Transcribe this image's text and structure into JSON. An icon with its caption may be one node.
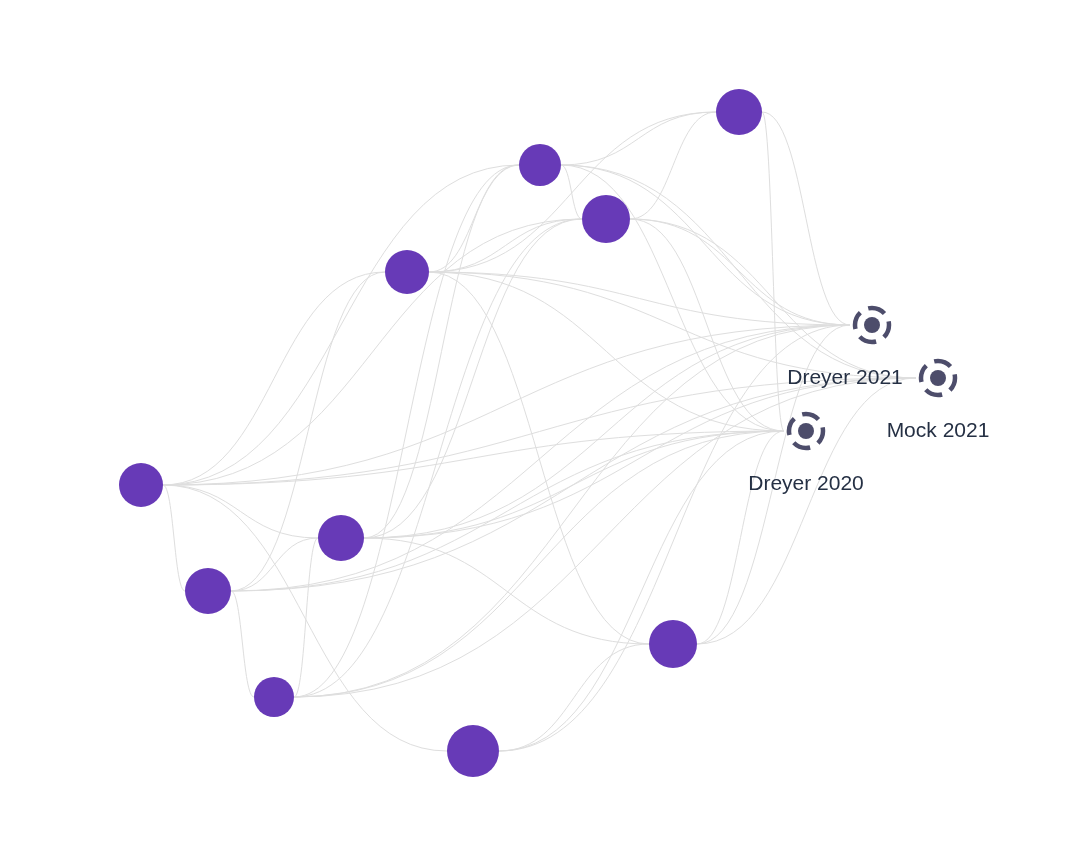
{
  "diagram": {
    "nodes": [
      {
        "text": [],
        "shape": "circle"
      },
      {
        "text": [],
        "shape": "circle"
      },
      {
        "text": [],
        "shape": "circle"
      },
      {
        "text": [],
        "shape": "circle"
      },
      {
        "text": [
          "Dreyer 2021"
        ]
      },
      {
        "text": [
          "Mock 2021"
        ]
      },
      {
        "text": [
          "Dreyer 2020"
        ]
      },
      {
        "text": [],
        "shape": "circle"
      },
      {
        "text": [],
        "shape": "circle"
      },
      {
        "text": [],
        "shape": "circle"
      },
      {
        "text": [],
        "shape": "circle"
      },
      {
        "text": [],
        "shape": "circle"
      },
      {
        "text": [],
        "shape": "circle"
      }
    ],
    "edges": [
      {
        "from": 0,
        "to": 4,
        "arrow": "none"
      },
      {
        "from": 0,
        "to": 6,
        "arrow": "none"
      },
      {
        "from": 1,
        "to": 4,
        "arrow": "none"
      },
      {
        "from": 1,
        "to": 5,
        "arrow": "none"
      },
      {
        "from": 1,
        "to": 6,
        "arrow": "none"
      },
      {
        "from": 2,
        "to": 4,
        "arrow": "none"
      },
      {
        "from": 2,
        "to": 5,
        "arrow": "none"
      },
      {
        "from": 2,
        "to": 6,
        "arrow": "none"
      },
      {
        "from": 3,
        "to": 4,
        "arrow": "none"
      },
      {
        "from": 3,
        "to": 5,
        "arrow": "none"
      },
      {
        "from": 3,
        "to": 6,
        "arrow": "none"
      },
      {
        "from": 7,
        "to": 4,
        "arrow": "none"
      },
      {
        "from": 7,
        "to": 5,
        "arrow": "none"
      },
      {
        "from": 7,
        "to": 6,
        "arrow": "none"
      },
      {
        "from": 8,
        "to": 4,
        "arrow": "none"
      },
      {
        "from": 8,
        "to": 5,
        "arrow": "none"
      },
      {
        "from": 8,
        "to": 6,
        "arrow": "none"
      },
      {
        "from": 9,
        "to": 4,
        "arrow": "none"
      },
      {
        "from": 9,
        "to": 5,
        "arrow": "none"
      },
      {
        "from": 9,
        "to": 6,
        "arrow": "none"
      },
      {
        "from": 10,
        "to": 4,
        "arrow": "none"
      },
      {
        "from": 10,
        "to": 5,
        "arrow": "none"
      },
      {
        "from": 10,
        "to": 6,
        "arrow": "none"
      },
      {
        "from": 11,
        "to": 4,
        "arrow": "none"
      },
      {
        "from": 11,
        "to": 5,
        "arrow": "none"
      },
      {
        "from": 11,
        "to": 6,
        "arrow": "none"
      },
      {
        "from": 12,
        "to": 4,
        "arrow": "none"
      },
      {
        "from": 12,
        "to": 6,
        "arrow": "none"
      },
      {
        "from": 7,
        "to": 9,
        "arrow": "none"
      },
      {
        "from": 7,
        "to": 8,
        "arrow": "none"
      },
      {
        "from": 7,
        "to": 12,
        "arrow": "none"
      },
      {
        "from": 7,
        "to": 3,
        "arrow": "none"
      },
      {
        "from": 7,
        "to": 2,
        "arrow": "none"
      },
      {
        "from": 7,
        "to": 1,
        "arrow": "none"
      },
      {
        "from": 9,
        "to": 11,
        "arrow": "none"
      },
      {
        "from": 9,
        "to": 8,
        "arrow": "none"
      },
      {
        "from": 9,
        "to": 3,
        "arrow": "none"
      },
      {
        "from": 11,
        "to": 8,
        "arrow": "none"
      },
      {
        "from": 11,
        "to": 2,
        "arrow": "none"
      },
      {
        "from": 11,
        "to": 1,
        "arrow": "none"
      },
      {
        "from": 8,
        "to": 2,
        "arrow": "none"
      },
      {
        "from": 8,
        "to": 1,
        "arrow": "none"
      },
      {
        "from": 8,
        "to": 10,
        "arrow": "none"
      },
      {
        "from": 3,
        "to": 1,
        "arrow": "none"
      },
      {
        "from": 3,
        "to": 2,
        "arrow": "none"
      },
      {
        "from": 3,
        "to": 0,
        "arrow": "none"
      },
      {
        "from": 1,
        "to": 0,
        "arrow": "none"
      },
      {
        "from": 2,
        "to": 0,
        "arrow": "none"
      },
      {
        "from": 12,
        "to": 10,
        "arrow": "none"
      },
      {
        "from": 3,
        "to": 10,
        "arrow": "none"
      },
      {
        "from": 1,
        "to": 2,
        "arrow": "none"
      }
    ]
  }
}
